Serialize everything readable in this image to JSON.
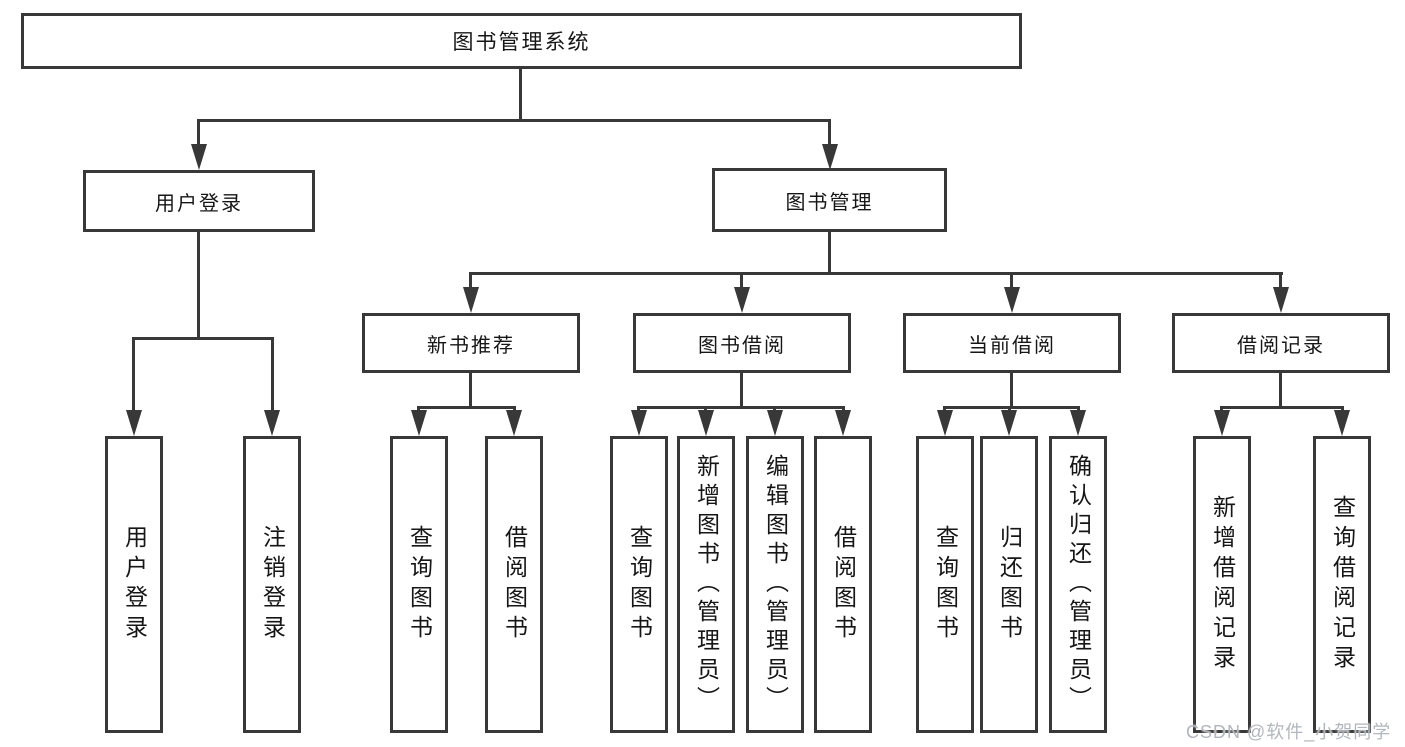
{
  "diagram": {
    "root": {
      "label": "图书管理系统",
      "children": [
        {
          "label": "用户登录",
          "children": [
            {
              "label": "用户登录"
            },
            {
              "label": "注销登录"
            }
          ]
        },
        {
          "label": "图书管理",
          "children": [
            {
              "label": "新书推荐",
              "children": [
                {
                  "label": "查询图书"
                },
                {
                  "label": "借阅图书"
                }
              ]
            },
            {
              "label": "图书借阅",
              "children": [
                {
                  "label": "查询图书"
                },
                {
                  "label": "新增图书（管理员）"
                },
                {
                  "label": "编辑图书（管理员）"
                },
                {
                  "label": "借阅图书"
                }
              ]
            },
            {
              "label": "当前借阅",
              "children": [
                {
                  "label": "查询图书"
                },
                {
                  "label": "归还图书"
                },
                {
                  "label": "确认归还（管理员）"
                }
              ]
            },
            {
              "label": "借阅记录",
              "children": [
                {
                  "label": "新增借阅记录"
                },
                {
                  "label": "查询借阅记录"
                }
              ]
            }
          ]
        }
      ]
    }
  },
  "watermark": {
    "text": "CSDN @软件_小贺同学"
  },
  "colors": {
    "line": "#383838",
    "text": "#161616",
    "background": "#ffffff",
    "watermark": "#b2b6bd"
  }
}
